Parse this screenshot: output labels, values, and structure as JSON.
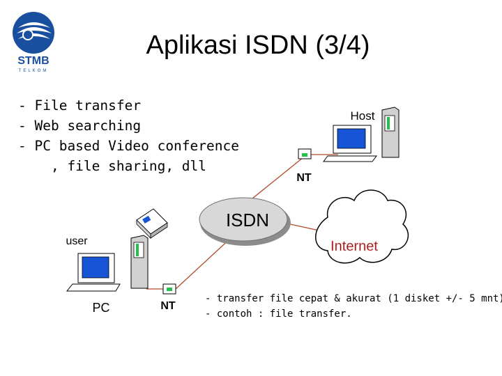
{
  "header": {
    "logo_text": "STMB",
    "logo_subtext": "TELKOM",
    "title": "Aplikasi ISDN (3/4)"
  },
  "bullets": [
    "- File transfer",
    "- Web searching",
    "- PC based Video conference",
    "    , file sharing, dll"
  ],
  "diagram": {
    "host_label": "Host",
    "nt_top_label": "NT",
    "isdn_label": "ISDN",
    "internet_label": "Internet",
    "user_label": "user",
    "pc_label": "PC",
    "nt_bottom_label": "NT"
  },
  "notes": [
    "- transfer file cepat & akurat (1 disket +/- 5 mnt)",
    "- contoh : file transfer."
  ],
  "colors": {
    "logo_blue": "#1a4fa0",
    "link_line": "#b04a2a",
    "isdn_fill": "#d8d8d8",
    "internet_label": "#8b0000",
    "monitor_screen": "#1656d6",
    "tower_panel": "#22c24a"
  }
}
